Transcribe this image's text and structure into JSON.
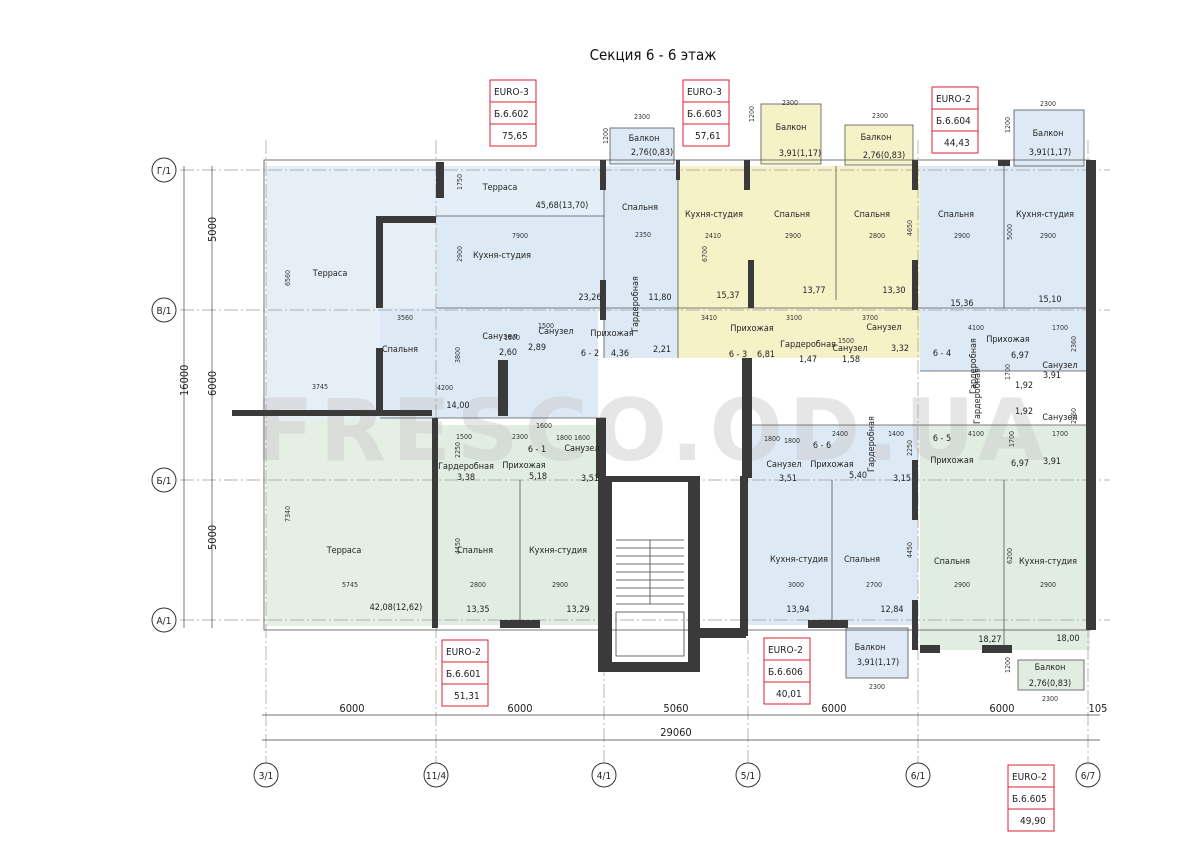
{
  "title": "Секция 6 - 6 этаж",
  "watermark": "FRESCO.OD.UA",
  "colors": {
    "blue": "#dde9f5",
    "yellow": "#f6f2c8",
    "green": "#e1ede1",
    "terrace_blue": "#e4eef6",
    "terrace_green": "#e6efe3",
    "tag_border": "#dd2233",
    "wall": "#3a3a3a"
  },
  "apartments": [
    {
      "type": "EURO-3",
      "code": "Б.6.602",
      "area": "75,65"
    },
    {
      "type": "EURO-3",
      "code": "Б.6.603",
      "area": "57,61"
    },
    {
      "type": "EURO-2",
      "code": "Б.6.604",
      "area": "44,43"
    },
    {
      "type": "EURO-2",
      "code": "Б.6.601",
      "area": "51,31"
    },
    {
      "type": "EURO-2",
      "code": "Б.6.606",
      "area": "40,01"
    },
    {
      "type": "EURO-2",
      "code": "Б.6.605",
      "area": "49,90"
    }
  ],
  "rooms": [
    {
      "name": "Терраса",
      "area": "45,68(13,70)"
    },
    {
      "name": "Терраса",
      "area": ""
    },
    {
      "name": "Кухня-студия",
      "area": "23,26"
    },
    {
      "name": "Спальня",
      "area": "11,80"
    },
    {
      "name": "Спальня",
      "area": "14,00"
    },
    {
      "name": "Санузел",
      "area": "2,60"
    },
    {
      "name": "Санузел",
      "area": "2,89"
    },
    {
      "name": "Прихожая",
      "area": "4,36"
    },
    {
      "name": "Гардеробная",
      "area": "2,21"
    },
    {
      "name": "Балкон",
      "area": "2,76(0,83)"
    },
    {
      "name": "Кухня-студия",
      "area": "15,37"
    },
    {
      "name": "Спальня",
      "area": "13,77"
    },
    {
      "name": "Спальня",
      "area": "13,30"
    },
    {
      "name": "Балкон",
      "area": "3,91(1,17)"
    },
    {
      "name": "Балкон",
      "area": "2,76(0,83)"
    },
    {
      "name": "Прихожая",
      "area": "6,81"
    },
    {
      "name": "Гардеробная",
      "area": "1,47"
    },
    {
      "name": "Санузел",
      "area": "1,58"
    },
    {
      "name": "Санузел",
      "area": "3,32"
    },
    {
      "name": "Спальня",
      "area": "15,36"
    },
    {
      "name": "Кухня-студия",
      "area": "15,10"
    },
    {
      "name": "Балкон",
      "area": "3,91(1,17)"
    },
    {
      "name": "Прихожая",
      "area": "6,97"
    },
    {
      "name": "Санузел",
      "area": "3,91"
    },
    {
      "name": "Гардеробная",
      "area": "1,92"
    },
    {
      "name": "Гардеробная",
      "area": "1,92"
    },
    {
      "name": "Санузел",
      "area": "3,91"
    },
    {
      "name": "Прихожая",
      "area": "6,97"
    },
    {
      "name": "Спальня",
      "area": "18,27"
    },
    {
      "name": "Кухня-студия",
      "area": "18,00"
    },
    {
      "name": "Балкон",
      "area": "2,76(0,83)"
    },
    {
      "name": "Терраса",
      "area": "42,08(12,62)"
    },
    {
      "name": "Гардеробная",
      "area": "3,38"
    },
    {
      "name": "Прихожая",
      "area": "5,18"
    },
    {
      "name": "Санузел",
      "area": "3,51"
    },
    {
      "name": "Спальня",
      "area": "13,35"
    },
    {
      "name": "Кухня-студия",
      "area": "13,29"
    },
    {
      "name": "Санузел",
      "area": "3,51"
    },
    {
      "name": "Прихожая",
      "area": "5,40"
    },
    {
      "name": "Гардеробная",
      "area": "3,15"
    },
    {
      "name": "Кухня-студия",
      "area": "13,94"
    },
    {
      "name": "Спальня",
      "area": "12,84"
    },
    {
      "name": "Балкон",
      "area": "3,91(1,17)"
    }
  ],
  "unit_labels": [
    "6 - 2",
    "6 - 3",
    "6 - 4",
    "6 - 5",
    "6 - 1",
    "6 - 6"
  ],
  "inner_dims": [
    "2300",
    "2300",
    "2300",
    "2300",
    "2300",
    "2300",
    "1200",
    "1200",
    "1200",
    "1200",
    "1750",
    "2900",
    "7900",
    "3560",
    "2350",
    "2410",
    "2900",
    "2800",
    "4650",
    "2900",
    "5000",
    "2900",
    "6700",
    "6560",
    "3745",
    "3800",
    "4200",
    "1500",
    "2300",
    "1600",
    "1800",
    "3410",
    "3100",
    "3700",
    "1500",
    "2400",
    "1400",
    "2360",
    "4100",
    "1700",
    "1700",
    "1700",
    "4100",
    "1700",
    "2250",
    "2250",
    "4450",
    "2800",
    "2900",
    "3000",
    "2700",
    "4450",
    "6200",
    "2900",
    "2900",
    "5745",
    "7340",
    "1800",
    "1800",
    "1500",
    "1500",
    "2360",
    "1600"
  ],
  "overall_dims": {
    "spans": [
      "6000",
      "6000",
      "5060",
      "6000",
      "6000",
      "105"
    ],
    "total": "29060",
    "vertical": [
      "5000",
      "6000",
      "5000"
    ],
    "vertical_total": "16000"
  },
  "axes": {
    "rows": [
      "Г/1",
      "В/1",
      "Б/1",
      "А/1"
    ],
    "columns": [
      "3/1",
      "11/4",
      "4/1",
      "5/1",
      "6/1",
      "6/7"
    ]
  }
}
